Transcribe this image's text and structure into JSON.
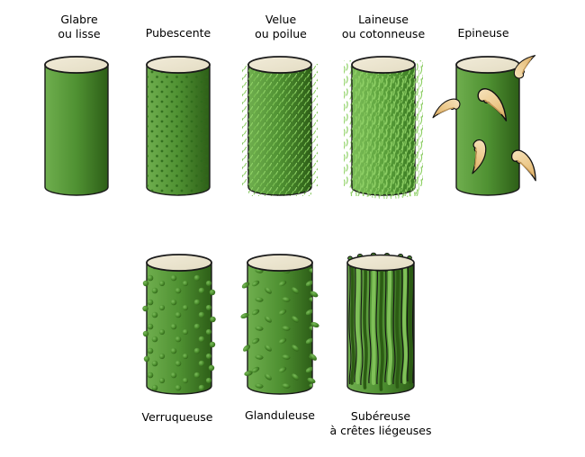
{
  "figure": {
    "title": "",
    "rows": [
      {
        "items": [
          {
            "id": "glabre",
            "label": "Glabre\nou lisse",
            "texture": "smooth"
          },
          {
            "id": "pubescente",
            "label": "Pubescente",
            "texture": "fine-dots"
          },
          {
            "id": "velue",
            "label": "Velue\nou poilue",
            "texture": "short-hairs"
          },
          {
            "id": "laineuse",
            "label": "Laineuse\nou cotonneuse",
            "texture": "woolly"
          },
          {
            "id": "epineuse",
            "label": "Epineuse",
            "texture": "thorns"
          }
        ]
      },
      {
        "items": [
          {
            "id": "verruqueuse",
            "label": "Verruqueuse",
            "texture": "warts"
          },
          {
            "id": "glanduleuse",
            "label": "Glanduleuse",
            "texture": "glands"
          },
          {
            "id": "subereuse",
            "label": "Subéreuse\nà crêtes liégeuses",
            "texture": "corky-ridges"
          }
        ]
      }
    ],
    "colors": {
      "background": "#ffffff",
      "label_text": "#000000",
      "outline": "#1a1a1a",
      "stem_green_light": "#6fae4e",
      "stem_green_mid": "#4f9132",
      "stem_green_dark": "#2d5e17",
      "stem_top_cream": "#ece5cf",
      "hair_green": "#8fd166",
      "dot_green": "#2f6a1b",
      "ridge_dark_green": "#2c5c14",
      "ridge_light_green": "#7fc058",
      "thorn_tan_light": "#f6e3bd",
      "thorn_tan_dark": "#d9a85f"
    }
  }
}
